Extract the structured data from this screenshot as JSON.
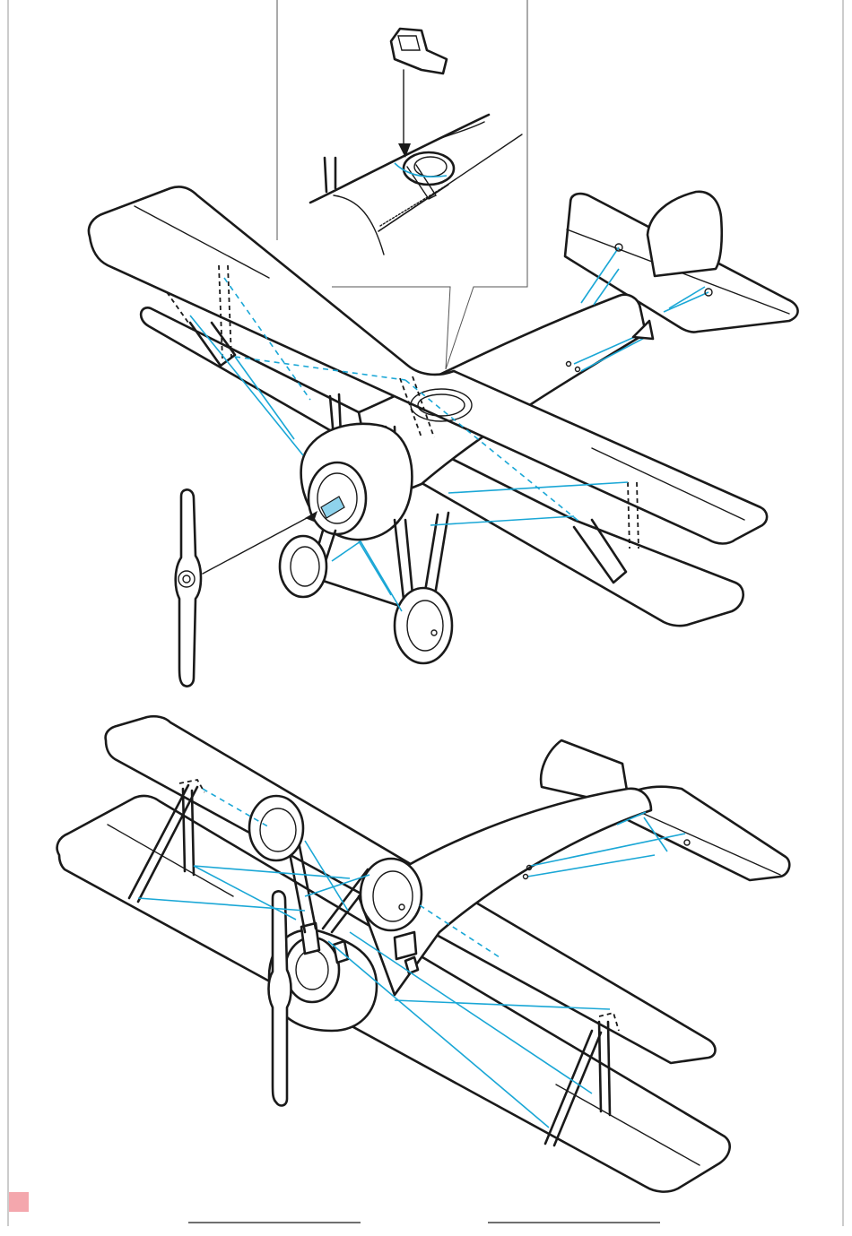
{
  "colors": {
    "ink": "#1a1a1a",
    "rigging": "#1aa7d6",
    "highlight": "#8fd3ec",
    "corner_marker": "#f4a7ad",
    "frame": "#999999"
  },
  "sheet": {
    "upper_view": "biplane-top-three-quarter",
    "lower_view": "biplane-underside-three-quarter",
    "inset": "cockpit-windscreen-detail",
    "loose_part": "propeller"
  }
}
